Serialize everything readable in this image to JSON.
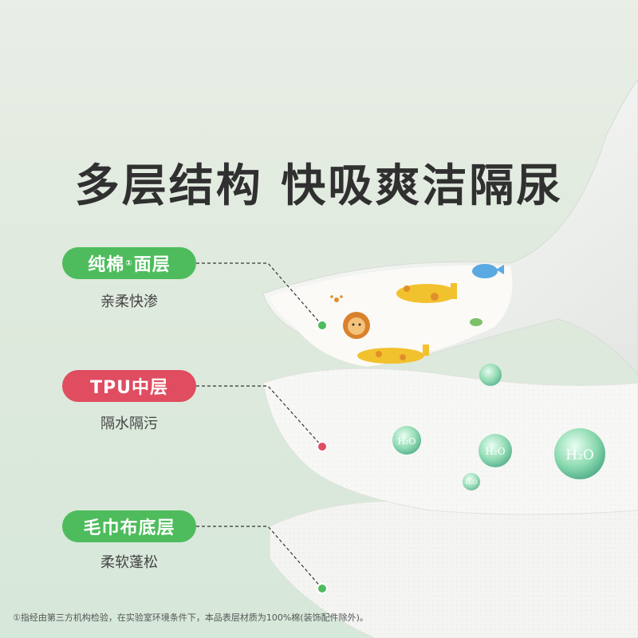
{
  "title": "多层结构 快吸爽洁隔尿",
  "layers": [
    {
      "name_main": "纯棉",
      "name_mark": "①",
      "name_rest": "面层",
      "desc": "亲柔快渗",
      "color": "#4ebc5c"
    },
    {
      "name_main": "TPU中层",
      "name_mark": "",
      "name_rest": "",
      "desc": "隔水隔污",
      "color": "#e04c60"
    },
    {
      "name_main": "毛巾布底层",
      "name_mark": "",
      "name_rest": "",
      "desc": "柔软蓬松",
      "color": "#4ebc5c"
    }
  ],
  "droplets": [
    "H₂O",
    "H₂O",
    "H₂O",
    "H₂O"
  ],
  "footnote": "①指经由第三方机构检验，在实验室环境条件下，本品表层材质为100%棉(装饰配件除外)。",
  "icons": [
    "giraffe-icon",
    "lion-icon",
    "whale-icon",
    "paw-icon"
  ]
}
